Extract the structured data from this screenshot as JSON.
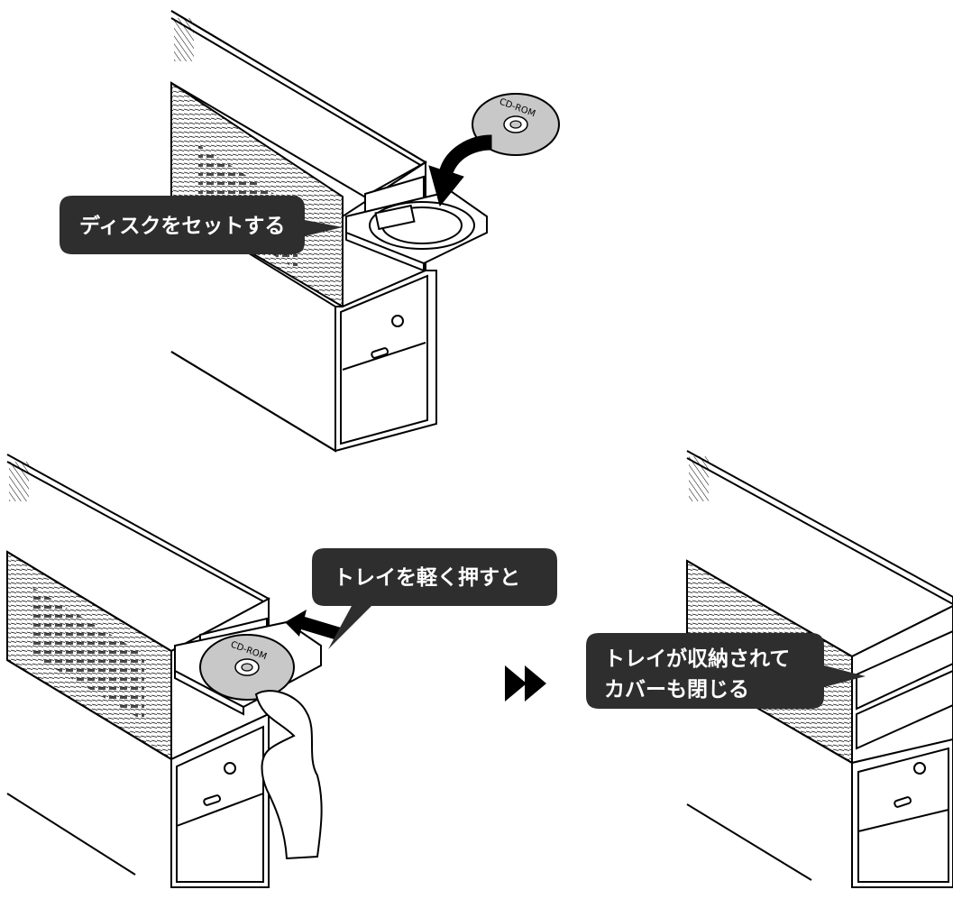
{
  "steps": {
    "step1_label": "ディスクをセットする",
    "step2_label": "トレイを軽く押すと",
    "step3_label_line1": "トレイが収納されて",
    "step3_label_line2": "カバーも閉じる"
  },
  "disc_label": "CD-ROM",
  "colors": {
    "callout_bg": "#2e2e2e",
    "callout_text": "#ffffff",
    "line": "#000000",
    "disc_fill": "#c8c8c8",
    "arrow_fill": "#000000"
  },
  "icons": {
    "disc": "cd-rom-disc-icon",
    "insert_arrow": "curved-down-arrow-icon",
    "push_arrow": "left-arrow-icon",
    "next_step": "double-chevron-right-icon",
    "hand": "hand-icon"
  }
}
